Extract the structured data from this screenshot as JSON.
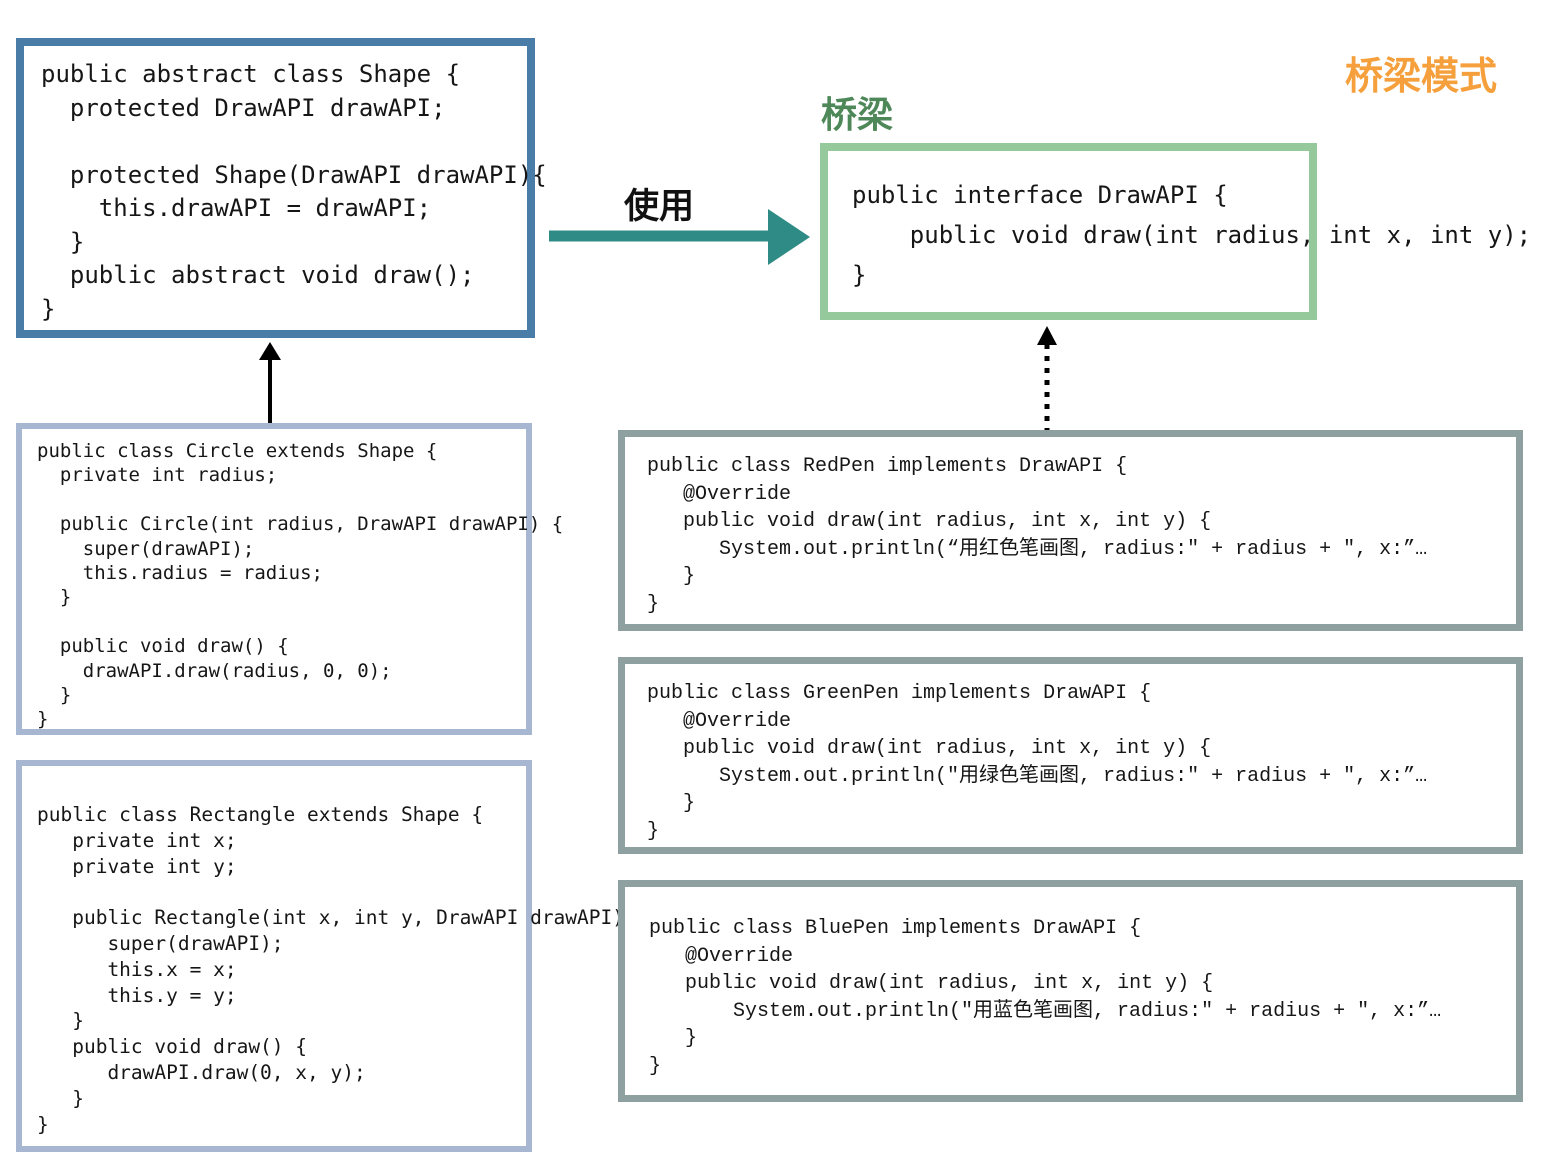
{
  "labels": {
    "title": "桥梁模式",
    "bridge": "桥梁",
    "use": "使用"
  },
  "colors": {
    "title_orange": "#F5A03C",
    "bridge_green": "#4E8758",
    "arrow_teal": "#2E8B85",
    "shape_border": "#4A7CA8",
    "subclass_border": "#A7B6D1",
    "interface_border": "#95C99C",
    "impl_border": "#8EA0A0"
  },
  "boxes": {
    "shape": {
      "code": "public abstract class Shape {\n  protected DrawAPI drawAPI;\n\n  protected Shape(DrawAPI drawAPI){\n    this.drawAPI = drawAPI;\n  }\n  public abstract void draw();\n}"
    },
    "drawapi": {
      "code": "public interface DrawAPI {\n    public void draw(int radius, int x, int y);\n}"
    },
    "circle": {
      "code": "public class Circle extends Shape {\n  private int radius;\n\n  public Circle(int radius, DrawAPI drawAPI) {\n    super(drawAPI);\n    this.radius = radius;\n  }\n\n  public void draw() {\n    drawAPI.draw(radius, 0, 0);\n  }\n}"
    },
    "rectangle": {
      "code": "public class Rectangle extends Shape {\n   private int x;\n   private int y;\n\n   public Rectangle(int x, int y, DrawAPI drawAPI) {\n      super(drawAPI);\n      this.x = x;\n      this.y = y;\n   }\n   public void draw() {\n      drawAPI.draw(0, x, y);\n   }\n}"
    },
    "redpen": {
      "code": "public class RedPen implements DrawAPI {\n   @Override\n   public void draw(int radius, int x, int y) {\n      System.out.println(“用红色笔画图, radius:\" + radius + \", x:”…\n   }\n}"
    },
    "greenpen": {
      "code": "public class GreenPen implements DrawAPI {\n   @Override\n   public void draw(int radius, int x, int y) {\n      System.out.println(\"用绿色笔画图, radius:\" + radius + \", x:”…\n   }\n}"
    },
    "bluepen": {
      "code": "public class BluePen implements DrawAPI {\n   @Override\n   public void draw(int radius, int x, int y) {\n       System.out.println(\"用蓝色笔画图, radius:\" + radius + \", x:”…\n   }\n}"
    }
  }
}
